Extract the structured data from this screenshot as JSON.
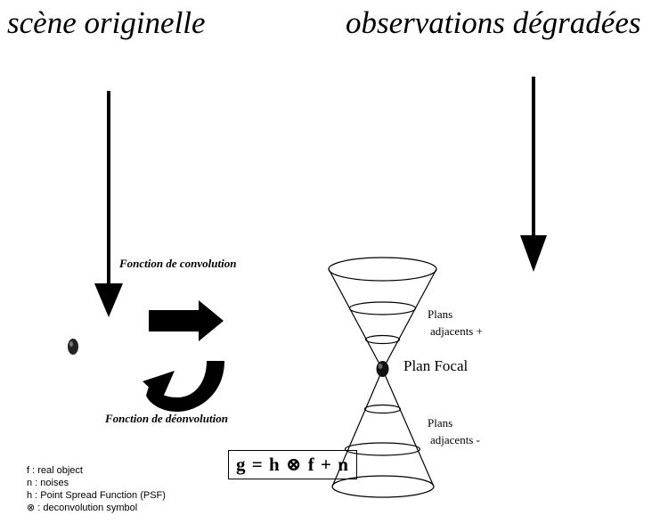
{
  "titles": {
    "left": "scène originelle",
    "right": "observations dégradées"
  },
  "labels": {
    "convolution": "Fonction  de convolution",
    "deconvolution": "Fonction  de déonvolution",
    "plans_plus": [
      "Plans",
      "adjacents +"
    ],
    "plan_focal": "Plan Focal",
    "plans_minus": [
      "Plans",
      "adjacents -"
    ]
  },
  "equation": "g = h ⊗ f + n",
  "legend": [
    "f : real object",
    "n : noises",
    "h : Point Spread Function (PSF)",
    "⊗  : deconvolution symbol"
  ]
}
